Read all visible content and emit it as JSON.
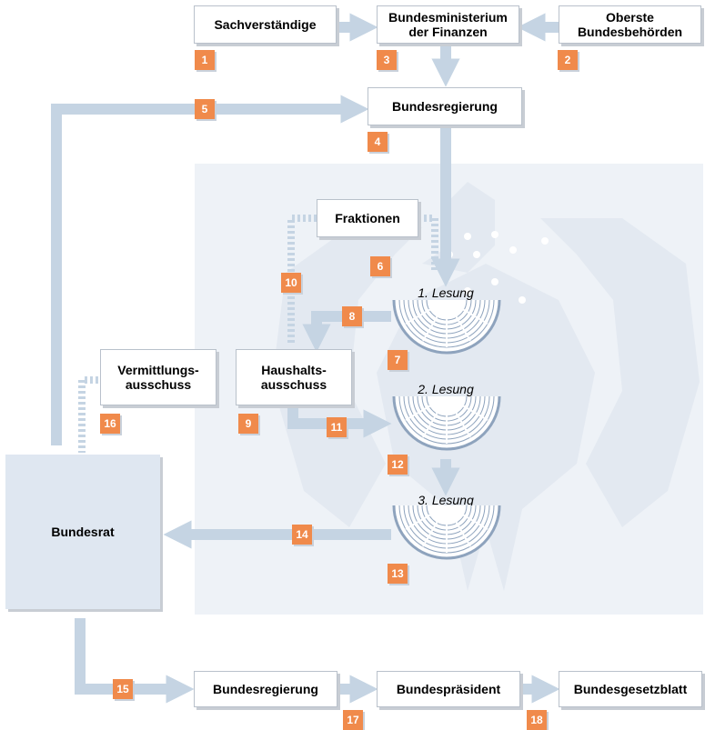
{
  "boxes": {
    "sachverstaendige": "Sachverständige",
    "bmf": "Bundesministerium\nder Finanzen",
    "oberste": "Oberste\nBundesbehörden",
    "bundesregierung_top": "Bundesregierung",
    "fraktionen": "Fraktionen",
    "vermittlung": "Vermittlungs-\nausschuss",
    "haushalt": "Haushalts-\nausschuss",
    "bundesrat": "Bundesrat",
    "bundesregierung_bottom": "Bundesregierung",
    "bundespraesident": "Bundespräsident",
    "bundesgesetzblatt": "Bundesgesetzblatt"
  },
  "readings": {
    "first": "1. Lesung",
    "second": "2. Lesung",
    "third": "3. Lesung"
  },
  "badges": [
    "1",
    "2",
    "3",
    "4",
    "5",
    "6",
    "7",
    "8",
    "9",
    "10",
    "11",
    "12",
    "13",
    "14",
    "15",
    "16",
    "17",
    "18"
  ],
  "colors": {
    "badge": "#f08a4b",
    "flow": "#c5d4e3",
    "panel": "#eef2f7",
    "bundesrat": "#dfe7f1",
    "chamber_line": "#8ea3bd"
  }
}
